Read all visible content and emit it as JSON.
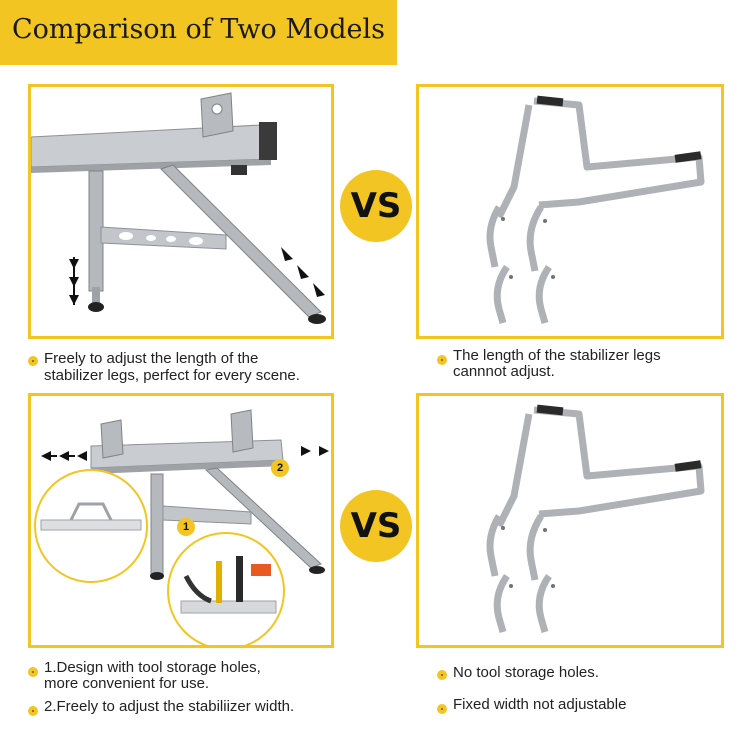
{
  "title": "Comparison of Two Models",
  "vs_label": "VS",
  "rows": [
    {
      "left_notes": [
        "Freely to adjust the length of the",
        "stabilizer legs, perfect for every scene."
      ],
      "right_notes": [
        "The length of the stabilizer legs",
        "cannnot adjust."
      ]
    },
    {
      "left_notes": [
        "1.Design with tool storage holes,",
        "more convenient for use."
      ],
      "left_notes_2": [
        "2.Freely to adjust the  stabiliizer width."
      ],
      "right_notes": [
        "No tool storage holes."
      ],
      "right_notes_2": [
        "Fixed width not adjustable"
      ],
      "callouts": [
        "1",
        "2"
      ]
    }
  ],
  "colors": {
    "accent": "#f3c522",
    "metal": "#b9bcc0",
    "metal_dark": "#7f8388"
  },
  "icons": [
    "adjust-arrow-icon",
    "bullet-dot-icon"
  ]
}
